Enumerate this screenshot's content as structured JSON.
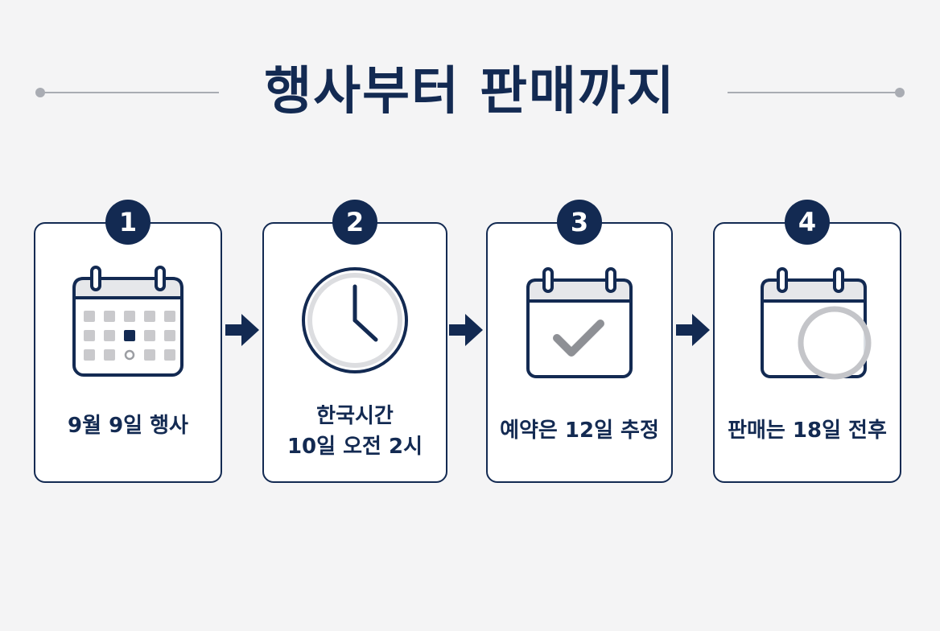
{
  "title": "행사부터 판매까지",
  "steps": [
    {
      "number": "1",
      "icon": "calendar-grid-icon",
      "lines": [
        "9월 9일 행사"
      ]
    },
    {
      "number": "2",
      "icon": "clock-icon",
      "lines": [
        "한국시간",
        "10일 오전 2시"
      ]
    },
    {
      "number": "3",
      "icon": "calendar-check-icon",
      "lines": [
        "예약은 12일 추정"
      ]
    },
    {
      "number": "4",
      "icon": "calendar-circle-icon",
      "lines": [
        "판매는 18일 전후"
      ]
    }
  ],
  "colors": {
    "navy": "#132a52",
    "gray": "#c9c9cc",
    "rule": "#a9acb3",
    "background": "#f4f4f5"
  }
}
